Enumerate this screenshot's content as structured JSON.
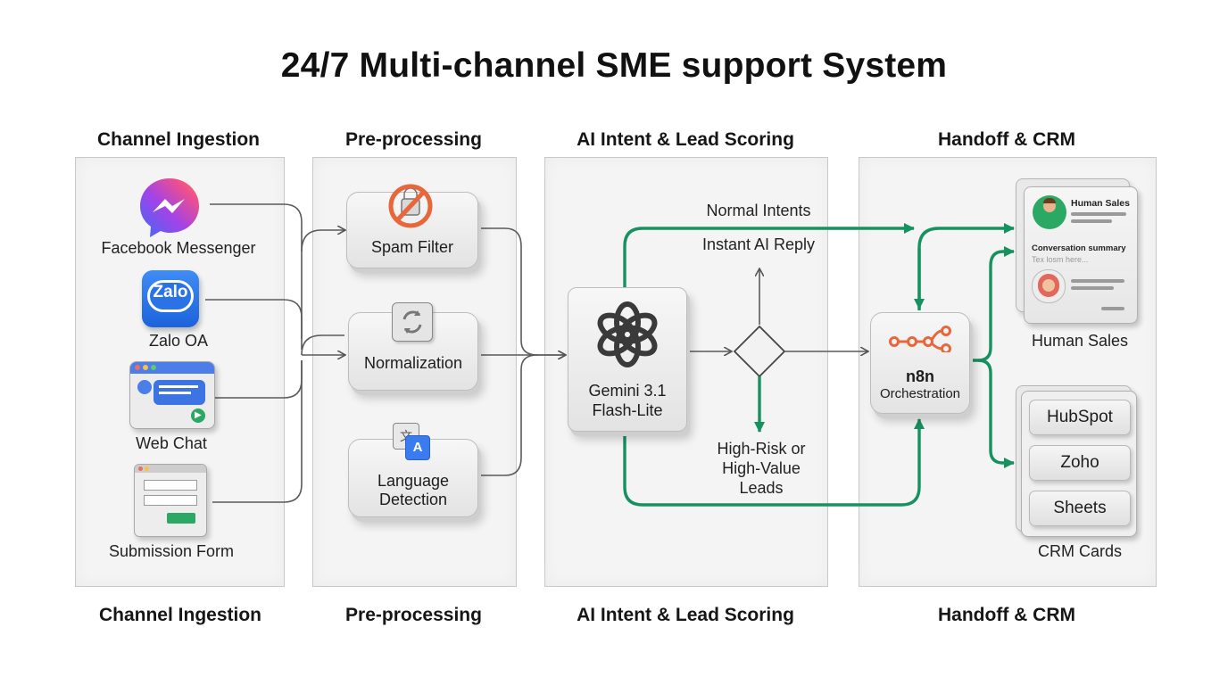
{
  "title": "24/7 Multi-channel SME support System",
  "columns": {
    "ingestion": "Channel Ingestion",
    "preprocessing": "Pre-processing",
    "ai": "AI Intent & Lead Scoring",
    "handoff": "Handoff & CRM"
  },
  "channels": {
    "messenger": "Facebook Messenger",
    "zalo": "Zalo OA",
    "zalo_logo": "Zalo",
    "webchat": "Web Chat",
    "form": "Submission Form"
  },
  "preprocessing": {
    "spam": "Spam Filter",
    "normalization": "Normalization",
    "language_line1": "Language",
    "language_line2": "Detection"
  },
  "ai": {
    "model_line1": "Gemini 3.1",
    "model_line2": "Flash-Lite",
    "normal_intents": "Normal Intents",
    "instant_reply": "Instant AI Reply",
    "risk_line1": "High-Risk or",
    "risk_line2": "High-Value",
    "risk_line3": "Leads"
  },
  "orchestration": {
    "name": "n8n",
    "label": "Orchestration"
  },
  "handoff": {
    "card_title": "Human Sales",
    "summary": "Conversation summary",
    "summary_placeholder": "Tex losm here...",
    "label": "Human Sales"
  },
  "crm": {
    "items": [
      "HubSpot",
      "Zoho",
      "Sheets"
    ],
    "label": "CRM Cards"
  },
  "colors": {
    "accent_green": "#16915f",
    "orange": "#e8673a",
    "blue": "#3b7bf0"
  }
}
